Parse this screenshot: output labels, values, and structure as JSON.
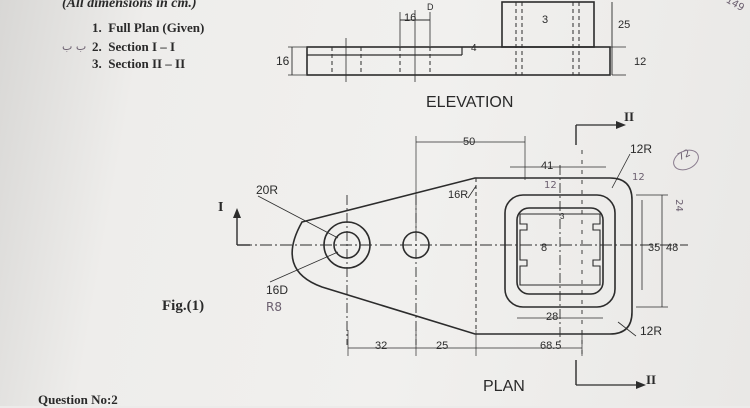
{
  "header": {
    "note": "(All dimensions in cm.)",
    "items": [
      {
        "num": "1.",
        "text": "Full Plan (Given)"
      },
      {
        "num": "2.",
        "text": "Section I – I"
      },
      {
        "num": "3.",
        "text": "Section II – II"
      }
    ]
  },
  "labels": {
    "elevation": "ELEVATION",
    "plan": "PLAN",
    "figure": "Fig.(1)",
    "next_question": "Question No:2",
    "corner": "-149"
  },
  "sections": {
    "s1": "I",
    "s2": "II"
  },
  "elevation_dims": {
    "d16_left": "16",
    "d16_top": "16",
    "d16_top_sup": "D",
    "d3": "3",
    "d25": "25",
    "d12": "12",
    "d4": "4"
  },
  "plan_dims": {
    "d50": "50",
    "d41": "41",
    "r12_top": "12R",
    "r20": "20R",
    "r16": "16R",
    "d16d": "16D",
    "d8": "8",
    "d35": "35",
    "d48": "48",
    "d28": "28",
    "r12_bottom": "12R",
    "d32": "32",
    "d25": "25",
    "d68": "68.5",
    "d3small": "3"
  },
  "pencil": {
    "r8": "R8",
    "n12": "12",
    "n12b": "12",
    "n72": "72",
    "n24": "24"
  }
}
